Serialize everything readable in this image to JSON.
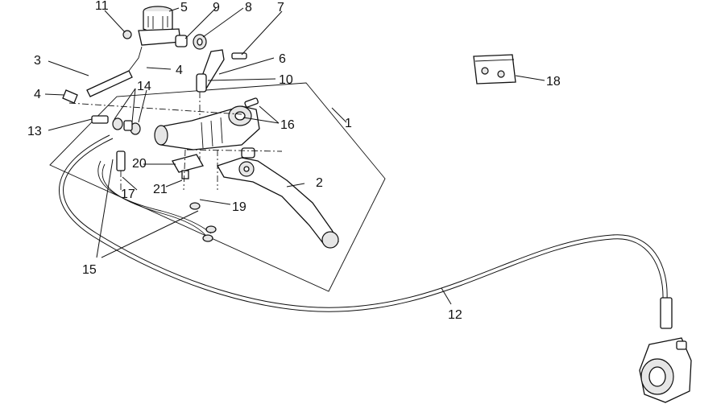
{
  "labels": {
    "l1": "1",
    "l2": "2",
    "l3": "3",
    "l4a": "4",
    "l4b": "4",
    "l5": "5",
    "l6": "6",
    "l7": "7",
    "l8": "8",
    "l9": "9",
    "l10": "10",
    "l11": "11",
    "l12": "12",
    "l13": "13",
    "l14": "14",
    "l15": "15",
    "l16": "16",
    "l17": "17",
    "l18": "18",
    "l19": "19",
    "l20": "20",
    "l21": "21"
  }
}
